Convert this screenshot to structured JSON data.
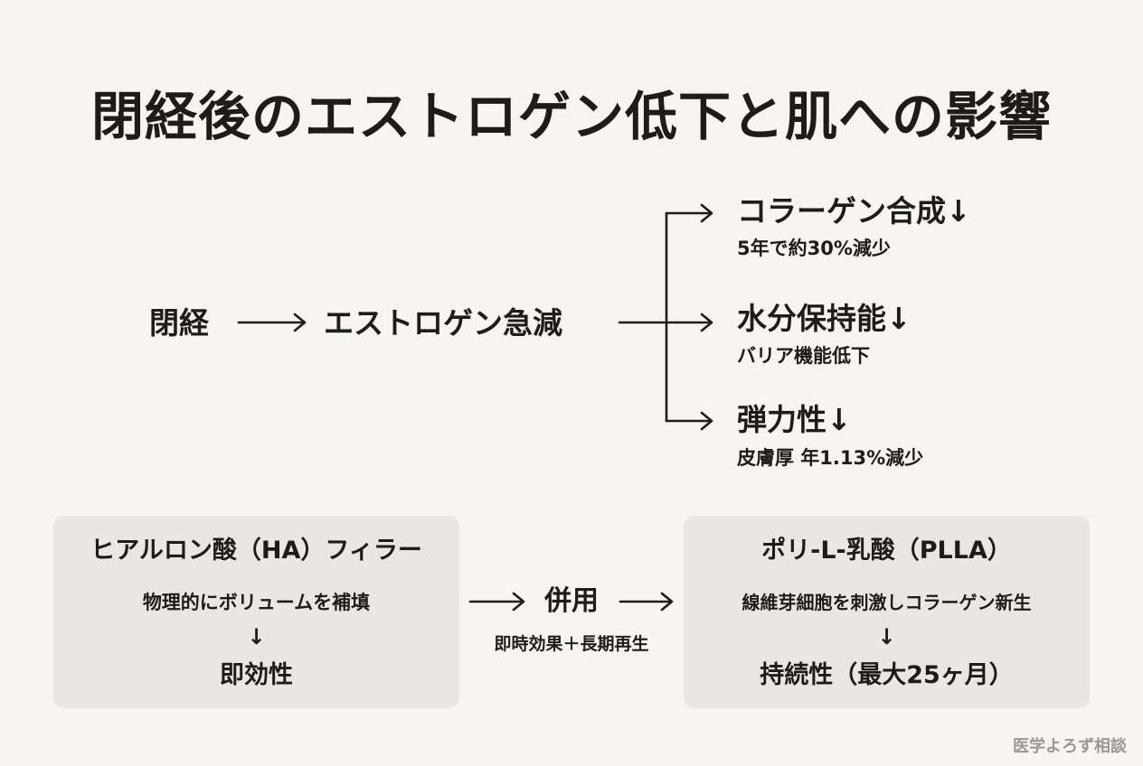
{
  "title": "閉経後のエストロゲン低下と肌への影響",
  "flow": {
    "start": "閉経",
    "middle": "エストロゲン急減"
  },
  "effects": [
    {
      "heading": "コラーゲン合成↓",
      "detail": "5年で約30%減少"
    },
    {
      "heading": "水分保持能↓",
      "detail": "バリア機能低下"
    },
    {
      "heading": "弾力性↓",
      "detail": "皮膚厚 年1.13%減少"
    }
  ],
  "treatments": {
    "left": {
      "title": "ヒアルロン酸（HA）フィラー",
      "description": "物理的にボリュームを補填",
      "arrow": "↓",
      "result": "即効性"
    },
    "center": {
      "label": "併用",
      "detail": "即時効果＋長期再生"
    },
    "right": {
      "title": "ポリ-L-乳酸（PLLA）",
      "description": "線維芽細胞を刺激しコラーゲン新生",
      "arrow": "↓",
      "result": "持続性（最大25ヶ月）"
    }
  },
  "credit": "医学よろず相談",
  "colors": {
    "background": "#f6f5f1",
    "text": "#1e1b18",
    "box": "#e9e7e3",
    "credit": "#9a9794"
  }
}
